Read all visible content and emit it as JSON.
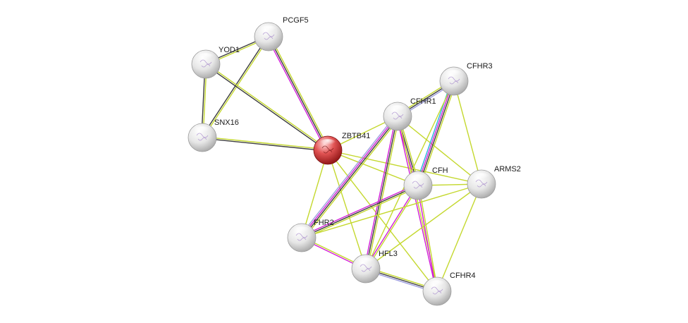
{
  "network": {
    "colors": {
      "textmining": "#c4d82e",
      "coexpression": "#3d3d3d",
      "experiments": "#d11dd8",
      "databases": "#27b3d9",
      "homology": "#9e9ee0",
      "node_fill": "#e8e8e8",
      "query_fill": "#d42a2a"
    },
    "nodes": [
      {
        "id": "ZBTB41",
        "label": "ZBTB41",
        "query": true
      },
      {
        "id": "PCGF5",
        "label": "PCGF5"
      },
      {
        "id": "YOD1",
        "label": "YOD1"
      },
      {
        "id": "SNX16",
        "label": "SNX16"
      },
      {
        "id": "CFHR1",
        "label": "CFHR1"
      },
      {
        "id": "CFHR3",
        "label": "CFHR3"
      },
      {
        "id": "CFH",
        "label": "CFH"
      },
      {
        "id": "ARMS2",
        "label": "ARMS2"
      },
      {
        "id": "FHR2",
        "label": "FHR2"
      },
      {
        "id": "HFL3",
        "label": "HFL3"
      },
      {
        "id": "CFHR4",
        "label": "CFHR4"
      }
    ],
    "edges": [
      {
        "a": "PCGF5",
        "b": "YOD1",
        "types": [
          "textmining",
          "coexpression"
        ]
      },
      {
        "a": "PCGF5",
        "b": "SNX16",
        "types": [
          "textmining",
          "coexpression"
        ]
      },
      {
        "a": "PCGF5",
        "b": "ZBTB41",
        "types": [
          "textmining",
          "coexpression",
          "experiments"
        ]
      },
      {
        "a": "YOD1",
        "b": "SNX16",
        "types": [
          "textmining",
          "coexpression"
        ]
      },
      {
        "a": "YOD1",
        "b": "ZBTB41",
        "types": [
          "textmining",
          "coexpression"
        ]
      },
      {
        "a": "SNX16",
        "b": "ZBTB41",
        "types": [
          "textmining",
          "coexpression"
        ]
      },
      {
        "a": "ZBTB41",
        "b": "CFHR1",
        "types": [
          "textmining"
        ]
      },
      {
        "a": "ZBTB41",
        "b": "CFH",
        "types": [
          "textmining"
        ]
      },
      {
        "a": "ZBTB41",
        "b": "ARMS2",
        "types": [
          "textmining"
        ]
      },
      {
        "a": "ZBTB41",
        "b": "FHR2",
        "types": [
          "textmining"
        ]
      },
      {
        "a": "ZBTB41",
        "b": "HFL3",
        "types": [
          "textmining"
        ]
      },
      {
        "a": "ZBTB41",
        "b": "CFHR4",
        "types": [
          "textmining"
        ]
      },
      {
        "a": "CFHR1",
        "b": "CFHR3",
        "types": [
          "textmining",
          "coexpression",
          "homology"
        ]
      },
      {
        "a": "CFHR1",
        "b": "CFH",
        "types": [
          "textmining",
          "coexpression",
          "experiments"
        ]
      },
      {
        "a": "CFHR1",
        "b": "ARMS2",
        "types": [
          "textmining"
        ]
      },
      {
        "a": "CFHR1",
        "b": "FHR2",
        "types": [
          "textmining",
          "coexpression",
          "experiments",
          "homology"
        ]
      },
      {
        "a": "CFHR1",
        "b": "HFL3",
        "types": [
          "textmining",
          "coexpression",
          "experiments"
        ]
      },
      {
        "a": "CFHR1",
        "b": "CFHR4",
        "types": [
          "textmining",
          "experiments"
        ]
      },
      {
        "a": "CFHR3",
        "b": "CFH",
        "types": [
          "textmining",
          "coexpression",
          "experiments",
          "databases"
        ]
      },
      {
        "a": "CFHR3",
        "b": "ARMS2",
        "types": [
          "textmining"
        ]
      },
      {
        "a": "CFHR3",
        "b": "HFL3",
        "types": [
          "textmining"
        ]
      },
      {
        "a": "CFH",
        "b": "ARMS2",
        "types": [
          "textmining"
        ]
      },
      {
        "a": "CFH",
        "b": "FHR2",
        "types": [
          "textmining",
          "coexpression",
          "experiments"
        ]
      },
      {
        "a": "CFH",
        "b": "HFL3",
        "types": [
          "textmining",
          "experiments"
        ]
      },
      {
        "a": "CFH",
        "b": "CFHR4",
        "types": [
          "textmining",
          "experiments"
        ]
      },
      {
        "a": "ARMS2",
        "b": "FHR2",
        "types": [
          "textmining"
        ]
      },
      {
        "a": "ARMS2",
        "b": "HFL3",
        "types": [
          "textmining"
        ]
      },
      {
        "a": "ARMS2",
        "b": "CFHR4",
        "types": [
          "textmining"
        ]
      },
      {
        "a": "FHR2",
        "b": "HFL3",
        "types": [
          "textmining",
          "experiments"
        ]
      },
      {
        "a": "HFL3",
        "b": "CFHR4",
        "types": [
          "textmining",
          "coexpression",
          "homology"
        ]
      }
    ]
  }
}
